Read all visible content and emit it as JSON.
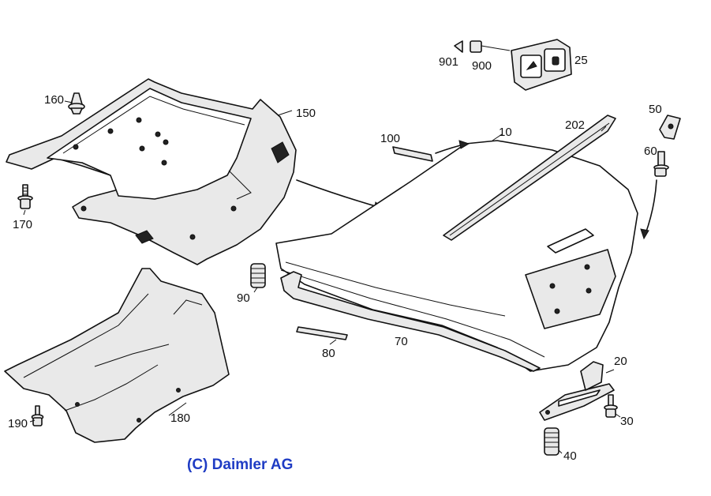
{
  "copyright": "(C) Daimler AG",
  "colors": {
    "copyright": "#1f3cc4",
    "line": "#111111",
    "shade": "#e9e9e9"
  },
  "parts": {
    "p10": "10",
    "p20": "20",
    "p25": "25",
    "p30": "30",
    "p40": "40",
    "p50": "50",
    "p60": "60",
    "p70": "70",
    "p80": "80",
    "p90": "90",
    "p100": "100",
    "p150": "150",
    "p160": "160",
    "p170": "170",
    "p180": "180",
    "p190": "190",
    "p202": "202",
    "p900": "900",
    "p901": "901"
  }
}
